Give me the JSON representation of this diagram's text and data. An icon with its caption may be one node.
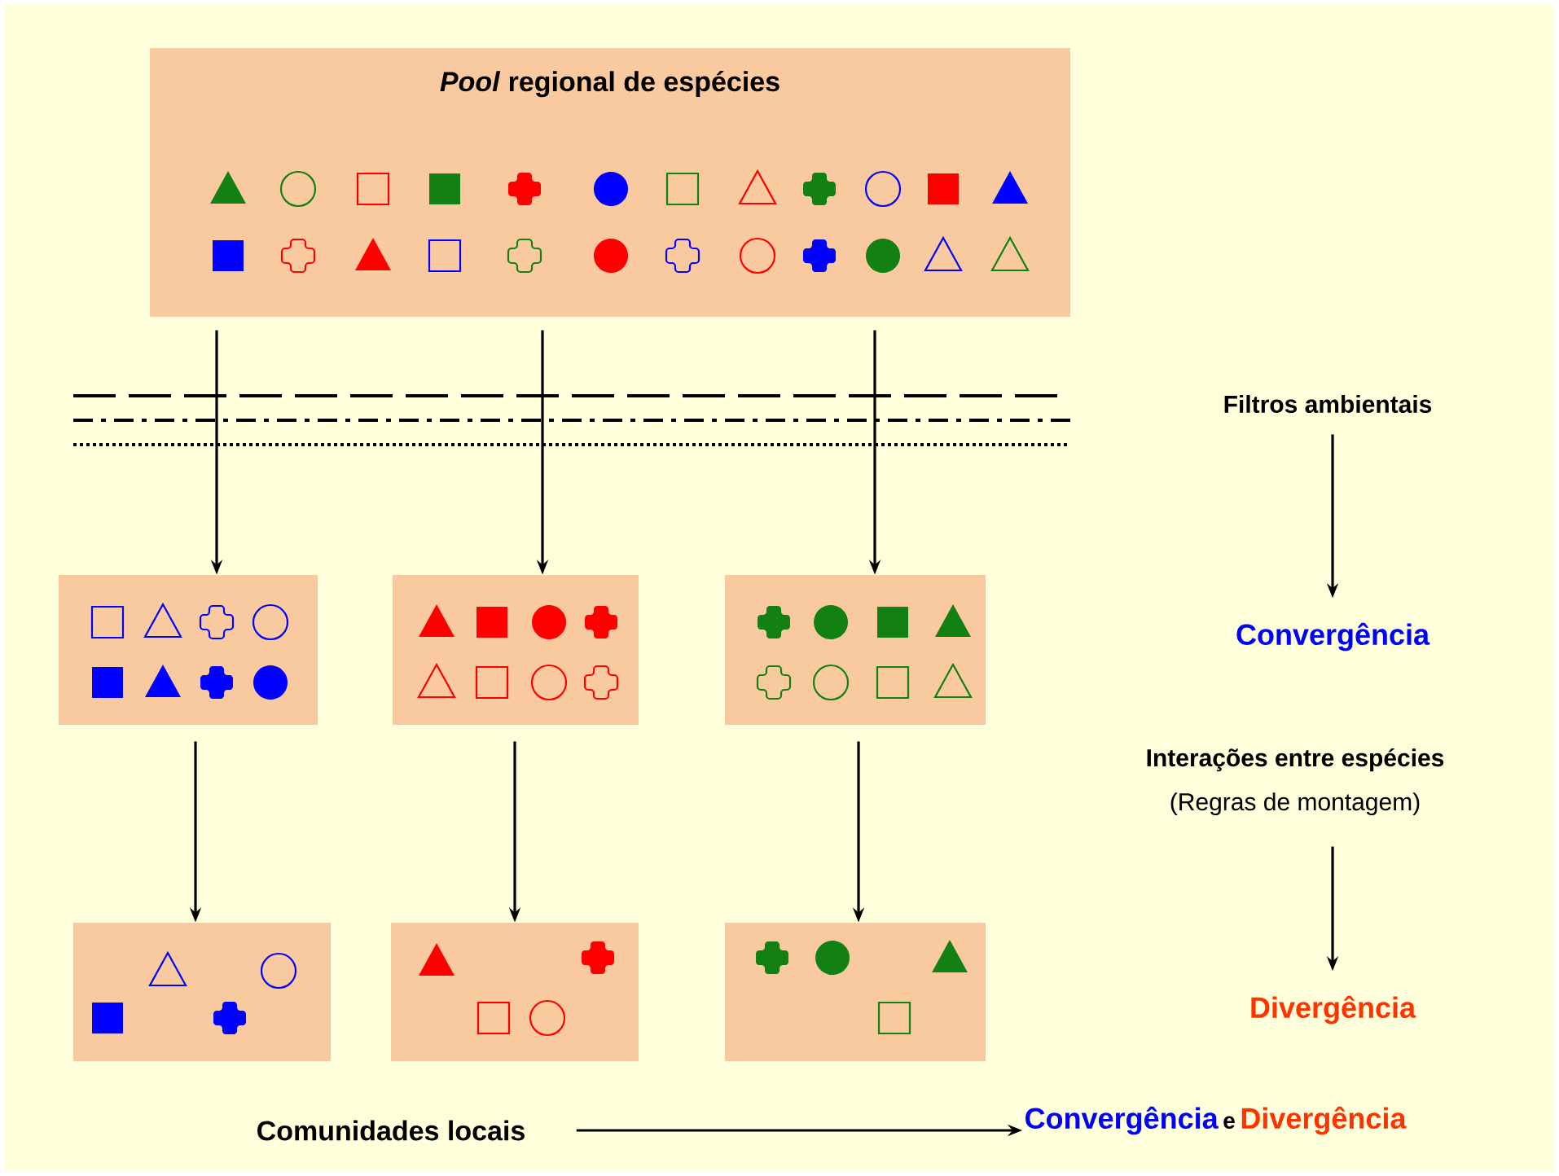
{
  "diagram": {
    "nodes": [
      {
        "text": [
          "*Pool* regional de espécies"
        ]
      },
      {
        "text": [],
        "shape": "box"
      },
      {
        "text": [],
        "shape": "box"
      },
      {
        "text": [],
        "shape": "box"
      },
      {
        "text": [],
        "shape": "box"
      },
      {
        "text": [],
        "shape": "box"
      },
      {
        "text": [],
        "shape": "box"
      },
      {
        "text": [
          "Filtros ambientais"
        ]
      },
      {
        "text": [
          "Convergência"
        ]
      },
      {
        "text": [
          "Interações entre espécies",
          "(Regras de montagem)"
        ]
      },
      {
        "text": [
          "Divergência"
        ]
      },
      {
        "text": [
          "Comunidades locais"
        ]
      },
      {
        "text": [
          "Convergência",
          "e",
          "Divergência"
        ]
      }
    ],
    "edges": [
      {
        "from": 0,
        "to": 1,
        "arrow": "to"
      },
      {
        "from": 0,
        "to": 2,
        "arrow": "to"
      },
      {
        "from": 0,
        "to": 3,
        "arrow": "to"
      },
      {
        "from": 1,
        "to": 4,
        "arrow": "to"
      },
      {
        "from": 2,
        "to": 5,
        "arrow": "to"
      },
      {
        "from": 3,
        "to": 6,
        "arrow": "to"
      },
      {
        "from": 7,
        "to": 8,
        "arrow": "to"
      },
      {
        "from": 9,
        "to": 10,
        "arrow": "to"
      },
      {
        "from": 11,
        "to": 12,
        "arrow": "to"
      }
    ]
  }
}
